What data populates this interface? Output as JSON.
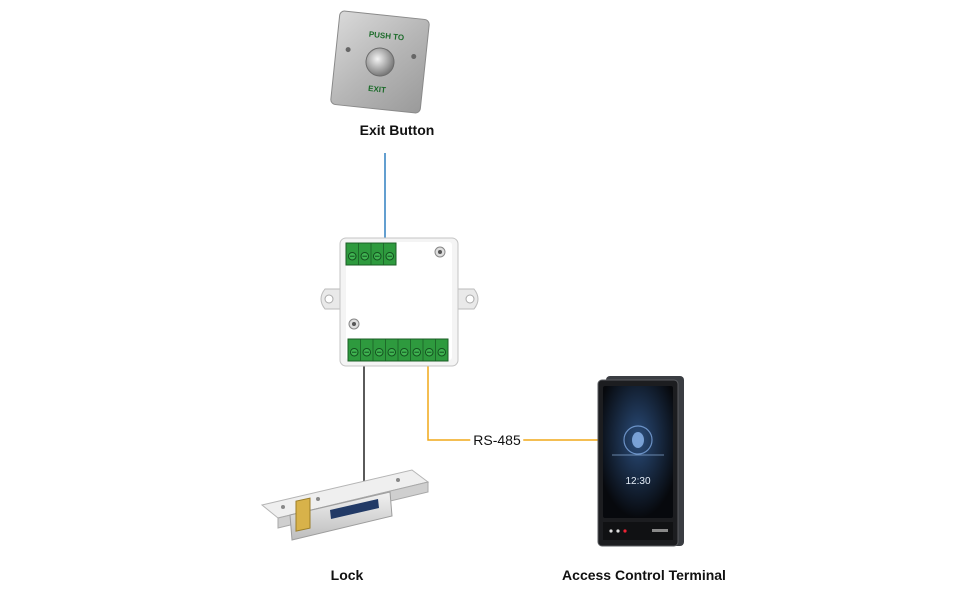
{
  "labels": {
    "exit_button": "Exit Button",
    "lock": "Lock",
    "terminal": "Access Control Terminal",
    "rs485": "RS-485"
  },
  "device_text": {
    "push_to": "PUSH TO",
    "exit": "EXIT",
    "time": "12:30"
  },
  "colors": {
    "exit_wire": "#2f7fc1",
    "lock_wire": "#222222",
    "rs485_wire": "#f0a818",
    "terminal_green": "#2e9a3e"
  },
  "icons": [
    "exit-button-device",
    "controller-module",
    "lock-device",
    "access-terminal-device"
  ]
}
